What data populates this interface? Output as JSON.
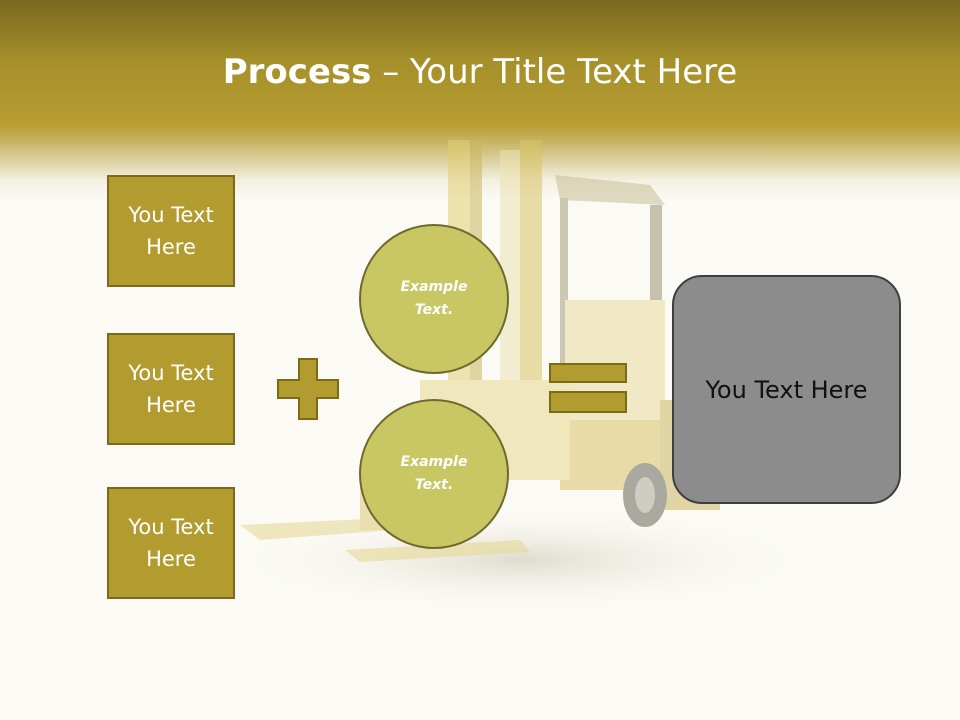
{
  "slide": {
    "title_bold": "Process",
    "title_rest": " – Your Title Text Here",
    "left_boxes": [
      {
        "label": "You Text Here"
      },
      {
        "label": "You Text Here"
      },
      {
        "label": "You Text Here"
      }
    ],
    "circles": [
      {
        "label": "Example Text."
      },
      {
        "label": "Example Text."
      }
    ],
    "result_box": {
      "label": "You Text Here"
    },
    "operators": {
      "plus": "plus-icon",
      "equals": "equals-icon"
    },
    "colors": {
      "header_gold": "#a58f2a",
      "box_fill": "#b39c2f",
      "box_border": "#7b6a17",
      "circle_fill": "#c8c764",
      "result_fill": "#8c8c8c",
      "background": "#fbfaf5"
    }
  }
}
